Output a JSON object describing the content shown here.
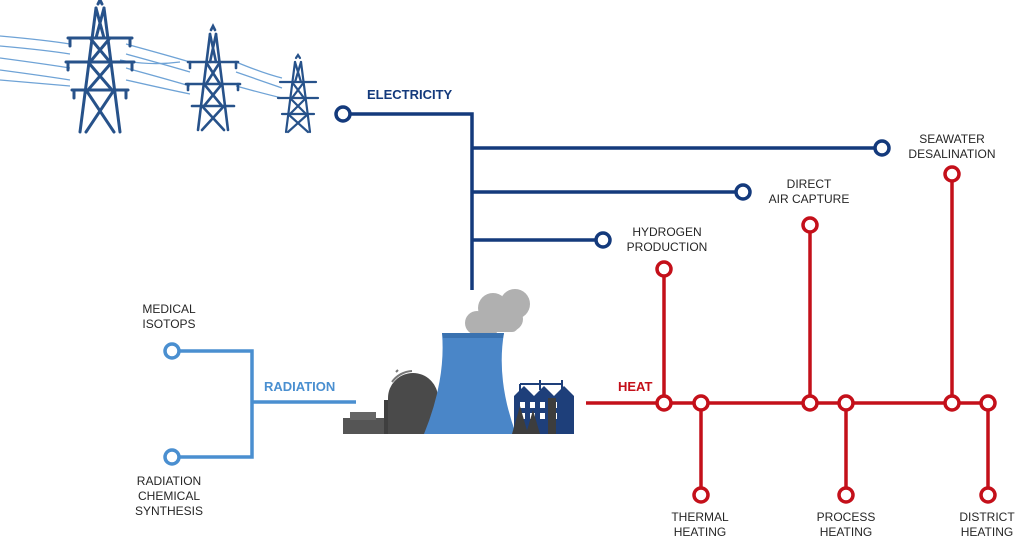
{
  "colors": {
    "electricity": "#143a7c",
    "radiation": "#4a8fd0",
    "heat": "#c4101a",
    "tower": "#4a86c8",
    "pylon": "#27528a",
    "wires": "#6fa3d6",
    "steam": "#b0b0b0",
    "buildings": "#444444",
    "label_text": "#262626"
  },
  "branches": {
    "electricity": "ELECTRICITY",
    "radiation": "RADIATION",
    "heat": "HEAT"
  },
  "outputs": {
    "seawater_desalination": [
      "SEAWATER",
      "DESALINATION"
    ],
    "direct_air_capture": [
      "DIRECT",
      "AIR CAPTURE"
    ],
    "hydrogen_production": [
      "HYDROGEN",
      "PRODUCTION"
    ],
    "medical_isotops": [
      "MEDICAL",
      "ISOTOPS"
    ],
    "radiation_chemical_synthesis": [
      "RADIATION",
      "CHEMICAL",
      "SYNTHESIS"
    ],
    "thermal_heating": [
      "THERMAL",
      "HEATING"
    ],
    "process_heating": [
      "PROCESS",
      "HEATING"
    ],
    "district_heating": [
      "DISTRICT",
      "HEATING"
    ]
  },
  "icons": [
    "power-pylon-icon",
    "nuclear-plant-icon",
    "cooling-tower-icon",
    "steam-cloud-icon",
    "factory-icon"
  ]
}
